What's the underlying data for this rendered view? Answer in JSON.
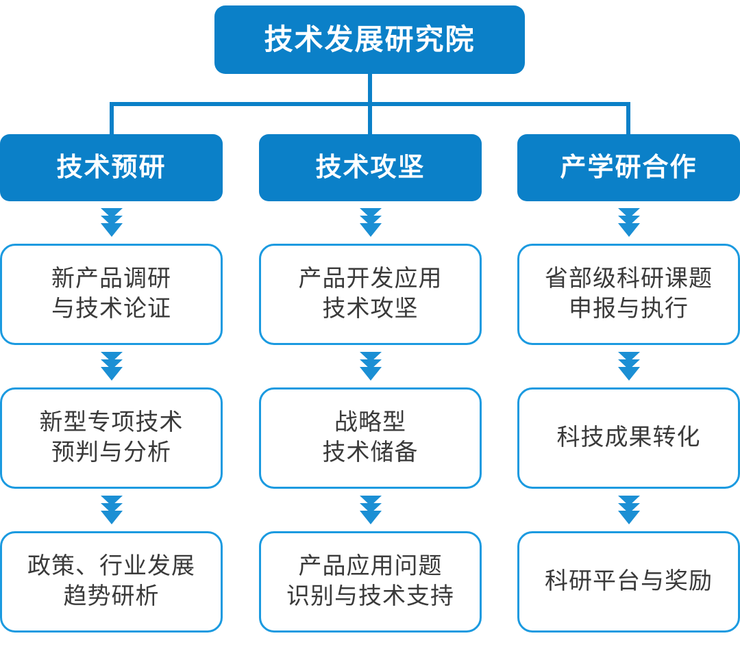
{
  "colors": {
    "brand_blue": "#0b80c8",
    "border_blue": "#1b9ae0",
    "text_dark": "#3a3a3a",
    "node_fill": "#ffffff",
    "background": "#ffffff"
  },
  "root": {
    "label": "技术发展研究院"
  },
  "connectors": {
    "root_to_columns": "tree-bracket",
    "between_nodes": "triple-chevron-down"
  },
  "columns": [
    {
      "header": "技术预研",
      "nodes": [
        {
          "lines": [
            "新产品调研",
            "与技术论证"
          ]
        },
        {
          "lines": [
            "新型专项技术",
            "预判与分析"
          ]
        },
        {
          "lines": [
            "政策、行业发展",
            "趋势研析"
          ]
        }
      ]
    },
    {
      "header": "技术攻坚",
      "nodes": [
        {
          "lines": [
            "产品开发应用",
            "技术攻坚"
          ]
        },
        {
          "lines": [
            "战略型",
            "技术储备"
          ]
        },
        {
          "lines": [
            "产品应用问题",
            "识别与技术支持"
          ]
        }
      ]
    },
    {
      "header": "产学研合作",
      "nodes": [
        {
          "lines": [
            "省部级科研课题",
            "申报与执行"
          ]
        },
        {
          "lines": [
            "科技成果转化"
          ]
        },
        {
          "lines": [
            "科研平台与奖励"
          ]
        }
      ]
    }
  ]
}
